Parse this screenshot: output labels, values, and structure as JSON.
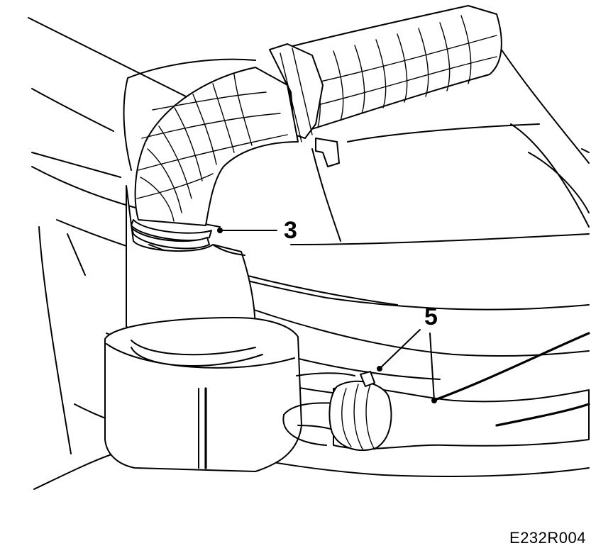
{
  "callouts": [
    {
      "id": "3",
      "label": "3"
    },
    {
      "id": "5",
      "label": "5"
    }
  ],
  "figure_code": "E232R004"
}
